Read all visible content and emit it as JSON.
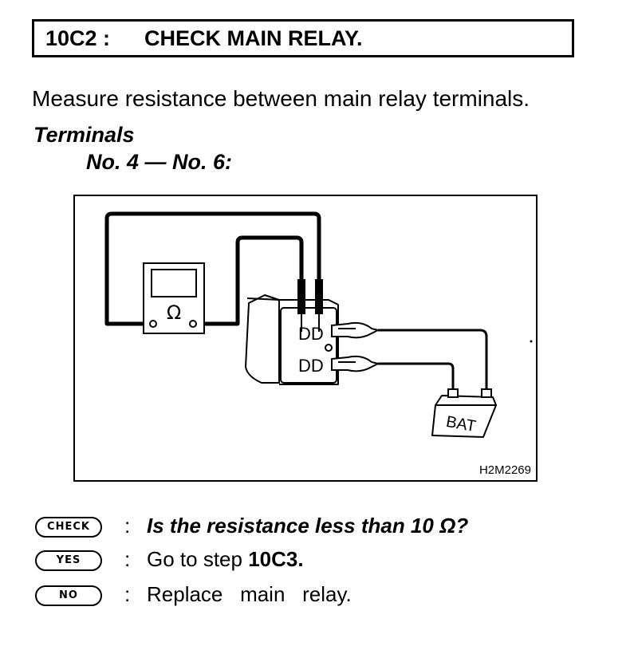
{
  "header": {
    "step_id": "10C2 :",
    "title": "CHECK MAIN RELAY."
  },
  "intro": "Measure resistance between main relay terminals.",
  "terminals": {
    "heading": "Terminals",
    "pair": "No. 4 — No. 6:"
  },
  "figure": {
    "code": "H2M2269",
    "meter_symbol": "Ω",
    "battery_label": "BAT",
    "relay_upper_mark": "DD",
    "relay_lower_mark": "DD"
  },
  "rows": [
    {
      "badge": "CHECK",
      "colon": ":",
      "text_prefix": "Is the resistance less than 10 ",
      "text_symbol": "Ω?"
    },
    {
      "badge": "YES",
      "colon": ":",
      "text_prefix": "Go to step ",
      "text_bold": "10C3."
    },
    {
      "badge": "NO",
      "colon": ":",
      "text": "Replace   main   relay."
    }
  ]
}
